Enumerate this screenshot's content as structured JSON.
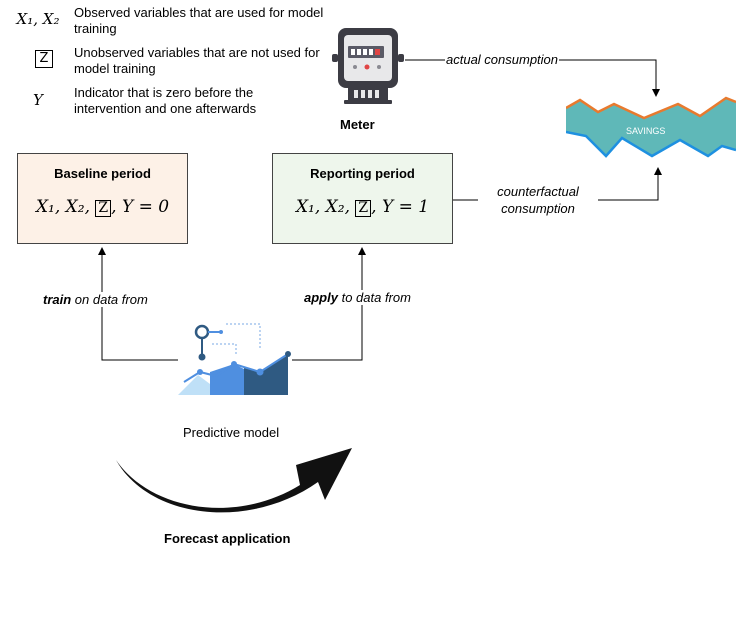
{
  "legend": [
    {
      "symbol": "X₁, X₂",
      "text": "Observed variables that are used for model training"
    },
    {
      "symbol": "Z",
      "text": "Unobserved variables that are not used for model training"
    },
    {
      "symbol": "Y",
      "text": "Indicator that is zero before the intervention and one afterwards"
    }
  ],
  "baseline": {
    "title": "Baseline period",
    "expr_prefix": "X₁, X₂, ",
    "z": "Z",
    "expr_suffix": ", Y = 0"
  },
  "reporting": {
    "title": "Reporting period",
    "expr_prefix": "X₁, X₂, ",
    "z": "Z",
    "expr_suffix": ", Y = 1"
  },
  "meter_label": "Meter",
  "actual_consumption": "actual consumption",
  "counterfactual_consumption": "counterfactual consumption",
  "savings_label": "SAVINGS",
  "train_label": {
    "bold": "train",
    "rest": " on data from"
  },
  "apply_label": {
    "bold": "apply",
    "rest": " to data from"
  },
  "model_label": "Predictive model",
  "forecast_label": "Forecast application",
  "colors": {
    "baseline_fill": "#fdf1e7",
    "reporting_fill": "#eef6ec",
    "savings_fill": "#5fb8b8",
    "savings_top_line": "#e87a2e",
    "savings_bottom_line": "#1e90e0"
  }
}
